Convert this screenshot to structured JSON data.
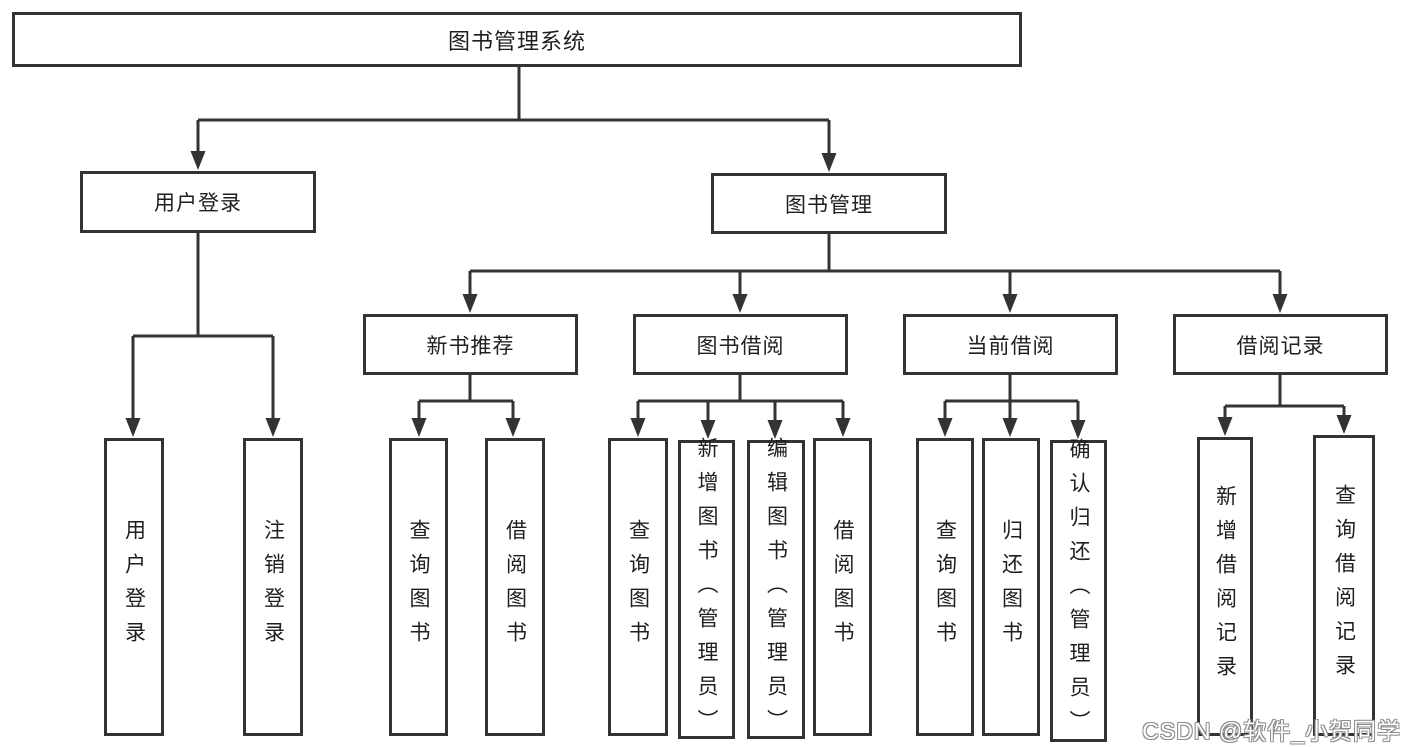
{
  "diagram": {
    "root_label": "图书管理系统",
    "branches": [
      {
        "label": "用户登录",
        "leaves": [
          "用户登录",
          "注销登录"
        ]
      },
      {
        "label": "图书管理",
        "groups": [
          {
            "label": "新书推荐",
            "leaves": [
              "查询图书",
              "借阅图书"
            ]
          },
          {
            "label": "图书借阅",
            "leaves": [
              "查询图书",
              "新增图书（管理员）",
              "编辑图书（管理员）",
              "借阅图书"
            ]
          },
          {
            "label": "当前借阅",
            "leaves": [
              "查询图书",
              "归还图书",
              "确认归还（管理员）"
            ]
          },
          {
            "label": "借阅记录",
            "leaves": [
              "新增借阅记录",
              "查询借阅记录"
            ]
          }
        ]
      }
    ]
  },
  "watermark": {
    "text": "CSDN @软件_小贺同学"
  },
  "colors": {
    "line": "#333333",
    "box_border": "#333333",
    "text": "#1f1f1f",
    "background": "#ffffff",
    "watermark_fill": "#ffffff",
    "watermark_outline": "#8d8d8d"
  }
}
